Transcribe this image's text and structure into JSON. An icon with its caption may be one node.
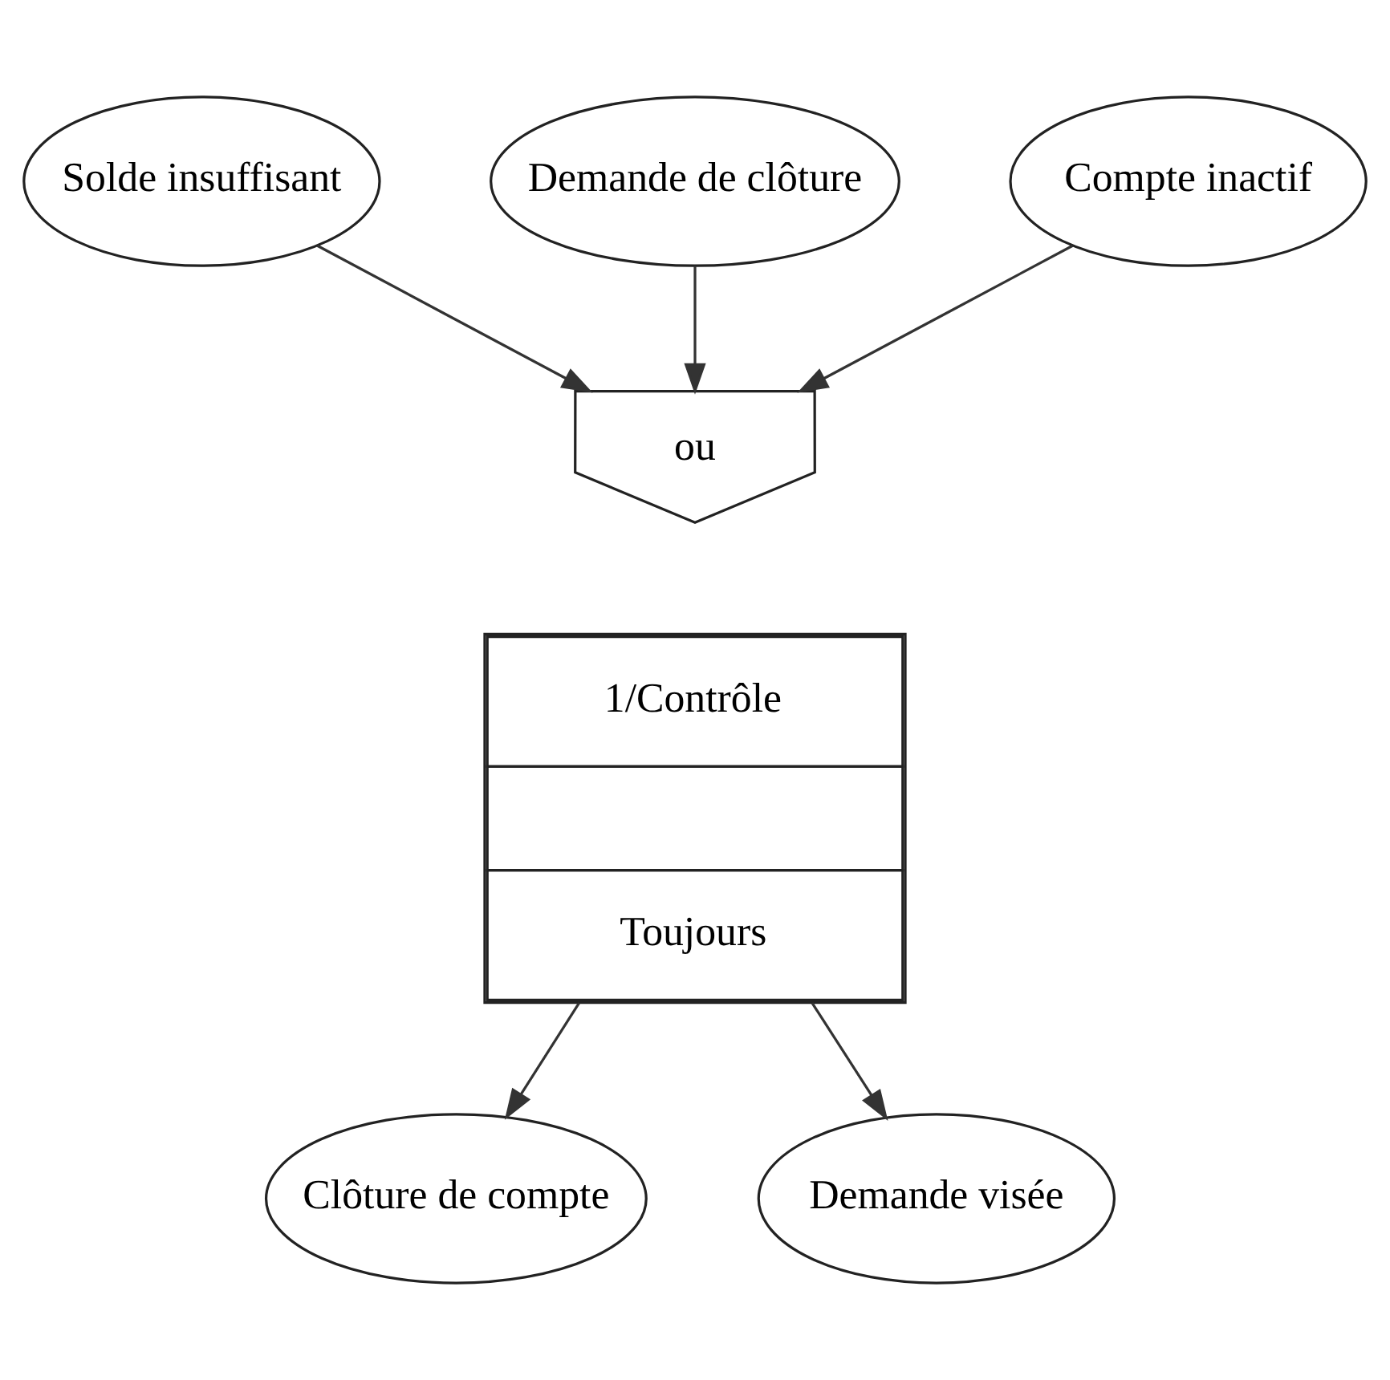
{
  "diagram": {
    "nodes": [
      {
        "text": [
          "Solde insuffisant"
        ]
      },
      {
        "text": [
          "Demande de clôture"
        ]
      },
      {
        "text": [
          "Compte inactif"
        ]
      },
      {
        "text": [
          "ou"
        ]
      },
      {
        "text": [
          "1/Contrôle",
          "Toujours"
        ]
      },
      {
        "text": [
          "Clôture de compte"
        ]
      },
      {
        "text": [
          "Demande visée"
        ]
      }
    ],
    "edges": [
      {
        "from": 0,
        "to": 3,
        "arrow": "to"
      },
      {
        "from": 1,
        "to": 3,
        "arrow": "to"
      },
      {
        "from": 2,
        "to": 3,
        "arrow": "to"
      },
      {
        "from": 4,
        "to": 5,
        "arrow": "to"
      },
      {
        "from": 4,
        "to": 6,
        "arrow": "to"
      }
    ]
  }
}
